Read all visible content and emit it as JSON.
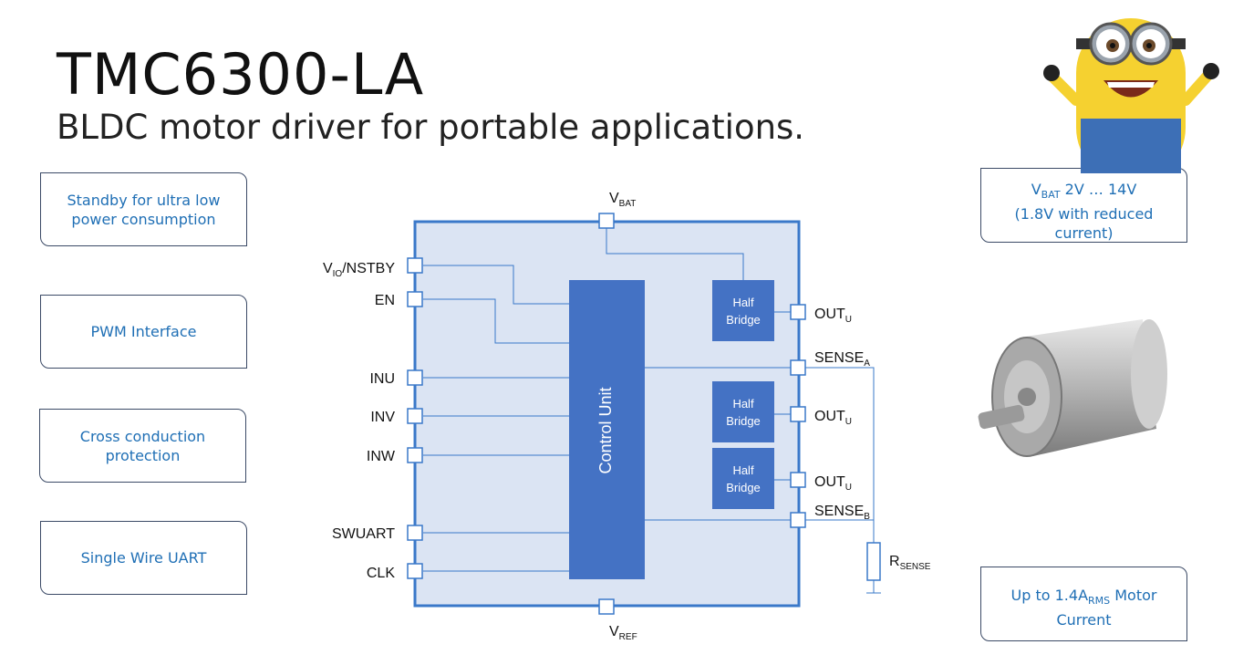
{
  "title": "TMC6300-LA",
  "subtitle": "BLDC motor driver for portable applications.",
  "features_left": [
    {
      "text": "Standby for ultra low power consumption"
    },
    {
      "text": "PWM Interface"
    },
    {
      "text": "Cross conduction protection"
    },
    {
      "text": "Single Wire UART"
    }
  ],
  "features_right": {
    "vbat": {
      "main": "V",
      "sub": "BAT",
      "rest": " 2V … 14V",
      "line2": "(1.8V with reduced current)"
    },
    "current": {
      "pre": "Up to 1.4A",
      "sub": "RMS",
      "post": " Motor",
      "line2": "Current"
    }
  },
  "diagram": {
    "control_unit": "Control Unit",
    "half_bridge": "Half Bridge",
    "pins_left": [
      {
        "label": "V",
        "sub": "IO",
        "suffix": "/NSTBY"
      },
      {
        "label": "EN"
      },
      {
        "label": "INU"
      },
      {
        "label": "INV"
      },
      {
        "label": "INW"
      },
      {
        "label": "SWUART"
      },
      {
        "label": "CLK"
      }
    ],
    "pins_right": [
      {
        "label": "OUT",
        "sub": "U"
      },
      {
        "label": "SENSE",
        "sub": "A"
      },
      {
        "label": "OUT",
        "sub": "U"
      },
      {
        "label": "OUT",
        "sub": "U"
      },
      {
        "label": "SENSE",
        "sub": "B"
      }
    ],
    "vbat": {
      "label": "V",
      "sub": "BAT"
    },
    "vref": {
      "label": "V",
      "sub": "REF"
    },
    "rsense": {
      "label": "R",
      "sub": "SENSE"
    }
  },
  "colors": {
    "block_fill": "#dbe4f3",
    "block_border": "#3a78c9",
    "unit_fill": "#4472c4",
    "text_blue": "#1f6fb5"
  },
  "images": [
    "minion-mascot",
    "bldc-motor-photo"
  ]
}
